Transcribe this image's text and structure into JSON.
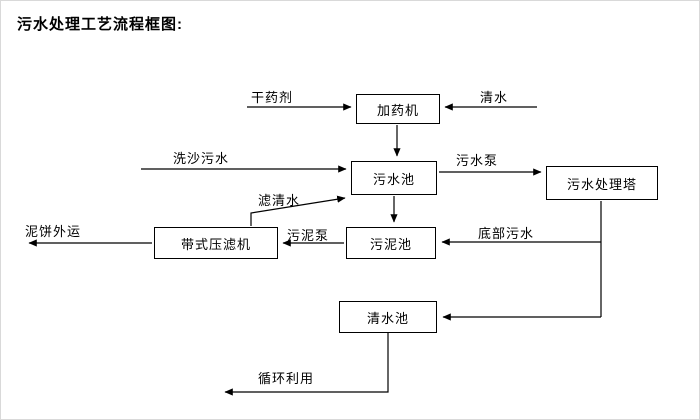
{
  "title": "污水处理工艺流程框图:",
  "diagram": {
    "nodes": {
      "dosing_machine": {
        "label": "加药机"
      },
      "sewage_pool": {
        "label": "污水池"
      },
      "treatment_tower": {
        "label": "污水处理塔"
      },
      "sludge_pool": {
        "label": "污泥池"
      },
      "belt_filter_press": {
        "label": "带式压滤机"
      },
      "clear_water_pool": {
        "label": "清水池"
      }
    },
    "flow_labels": {
      "dry_chemical": "干药剂",
      "clean_water_in": "清水",
      "sand_washing_sewage": "洗沙污水",
      "sewage_pump": "污水泵",
      "filtered_water": "滤清水",
      "mud_cake_out": "泥饼外运",
      "sludge_pump": "污泥泵",
      "bottom_sewage": "底部污水",
      "recycling": "循环利用"
    },
    "colors": {
      "line": "#000000",
      "background": "#ffffff"
    }
  }
}
